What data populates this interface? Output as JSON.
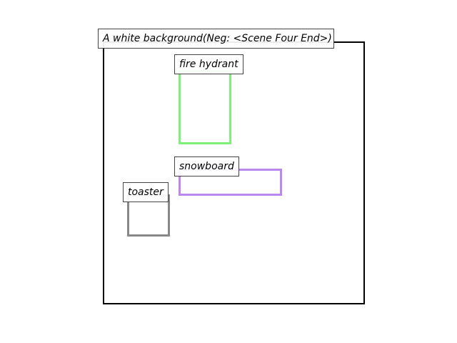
{
  "scene": {
    "caption": "A white background(Neg: <Scene Four End>)"
  },
  "objects": [
    {
      "label": "fire hydrant",
      "color": "#7ff07a"
    },
    {
      "label": "snowboard",
      "color": "#bb88ee"
    },
    {
      "label": "toaster",
      "color": "#888888"
    }
  ]
}
